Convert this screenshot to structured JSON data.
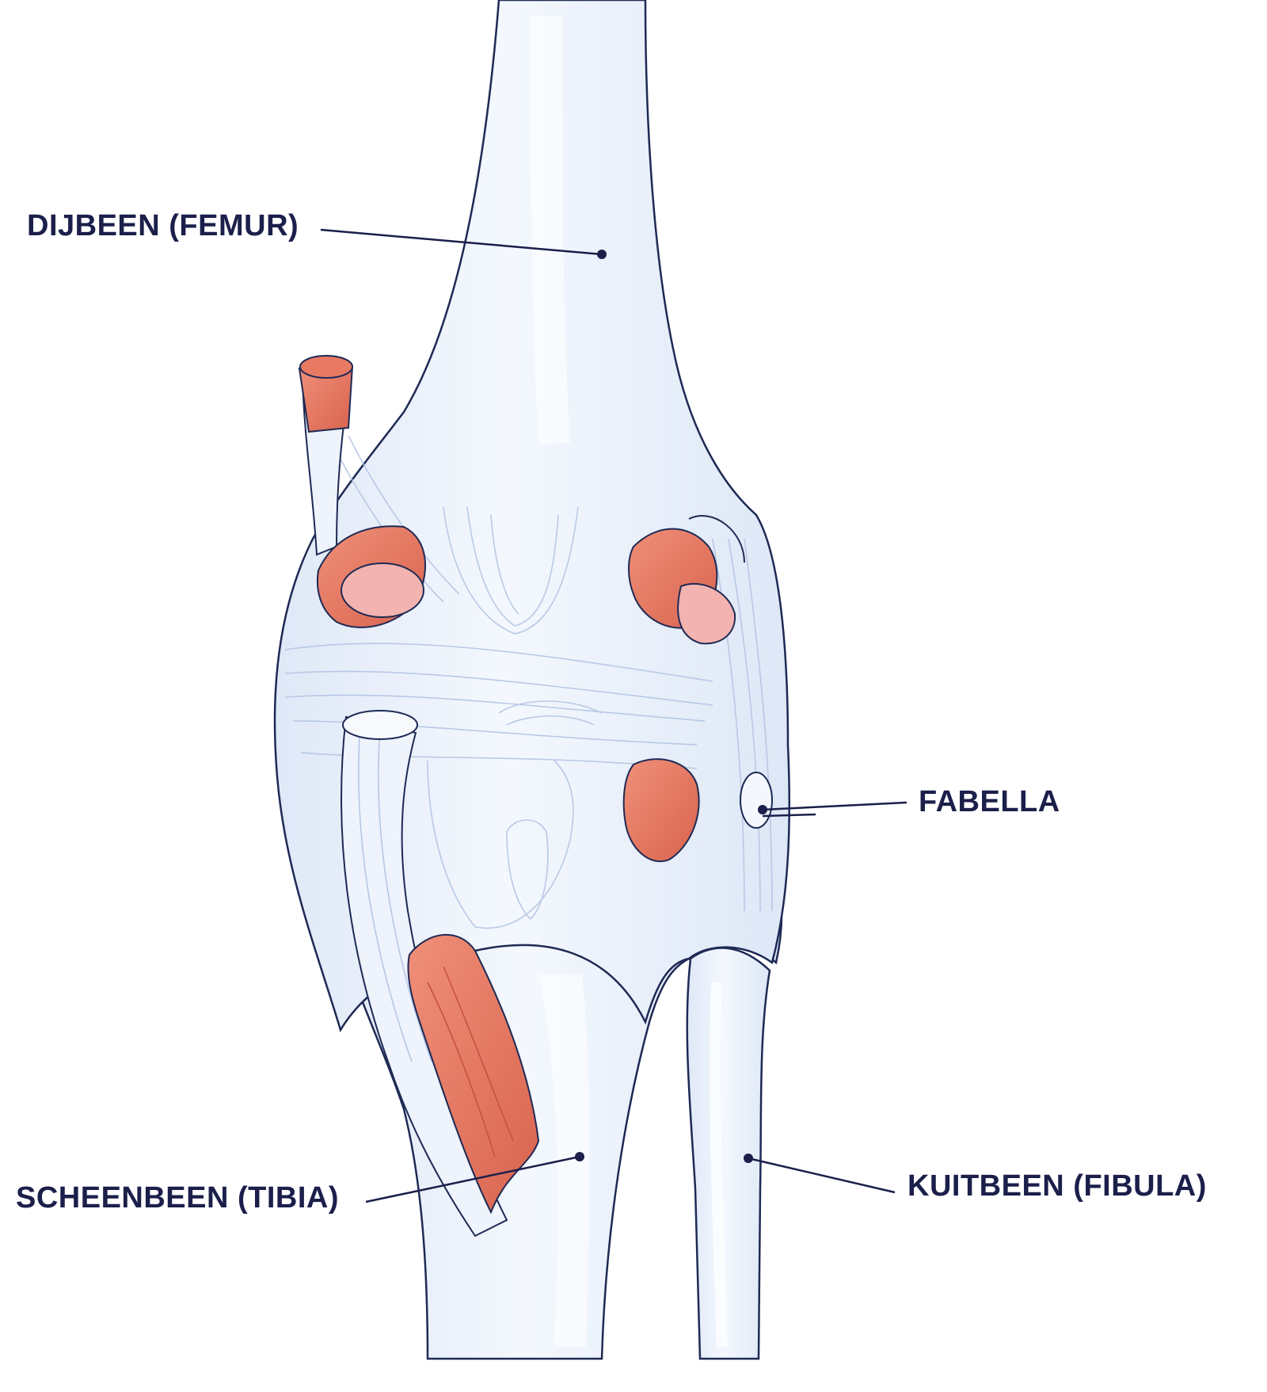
{
  "colors": {
    "label_text": "#1b1f4a",
    "leader_line": "#1b1f4a",
    "bone_fill": "#e9f0fb",
    "bone_highlight": "#f6f9fe",
    "bone_shadow": "#c9d7ee",
    "outline": "#1e2a55",
    "ligament_stroke": "#aebfdf",
    "muscle": "#e8806a",
    "muscle_dark": "#d2604c",
    "muscle_pink": "#f3b3b0"
  },
  "labels": {
    "femur": "DIJBEEN (FEMUR)",
    "fabella": "FABELLA",
    "tibia": "SCHEENBEEN (TIBIA)",
    "fibula": "KUITBEEN (FIBULA)"
  }
}
